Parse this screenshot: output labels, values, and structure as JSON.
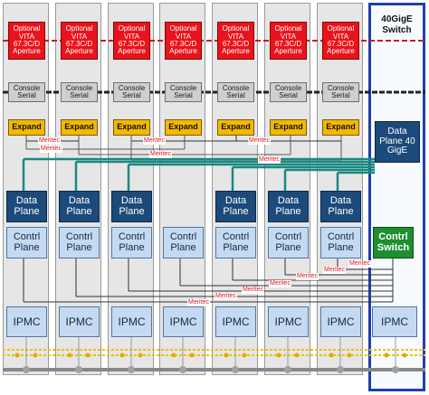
{
  "switch_title": "40GigE\nSwitch",
  "slot_labels": {
    "optional": "Optional\nVITA\n67.3C/D\nAperture",
    "console": "Console\nSerial",
    "expand": "Expand",
    "data_plane": "Data\nPlane",
    "control_plane": "Contrl\nPlane",
    "ipmc": "IPMC"
  },
  "switch_labels": {
    "data_plane_40": "Data\nPlane 40\nGigE",
    "control_switch": "Contrl\nSwitch",
    "ipmc": "IPMC"
  },
  "slots": [
    {
      "optional": true,
      "console": true,
      "expand": true,
      "data_plane": true
    },
    {
      "optional": true,
      "console": true,
      "expand": true,
      "data_plane": true
    },
    {
      "optional": true,
      "console": true,
      "expand": true,
      "data_plane": true
    },
    {
      "optional": true,
      "console": true,
      "expand": true,
      "data_plane": false
    },
    {
      "optional": true,
      "console": true,
      "expand": true,
      "data_plane": true
    },
    {
      "optional": true,
      "console": true,
      "expand": true,
      "data_plane": true
    },
    {
      "optional": true,
      "console": true,
      "expand": true,
      "data_plane": true
    }
  ],
  "connector_label": "Meritec",
  "colors": {
    "optional_box": "#e8141c",
    "expand_box": "#f5b800",
    "data_plane_box": "#1c4a7a",
    "control_plane_box": "#c5daf0",
    "control_switch_box": "#1e8f2e",
    "data_link": "#1a8a80",
    "switch_border": "#1f3fa8",
    "meritec_text": "#e0141c",
    "ipmb_bus": "#f0c000"
  }
}
